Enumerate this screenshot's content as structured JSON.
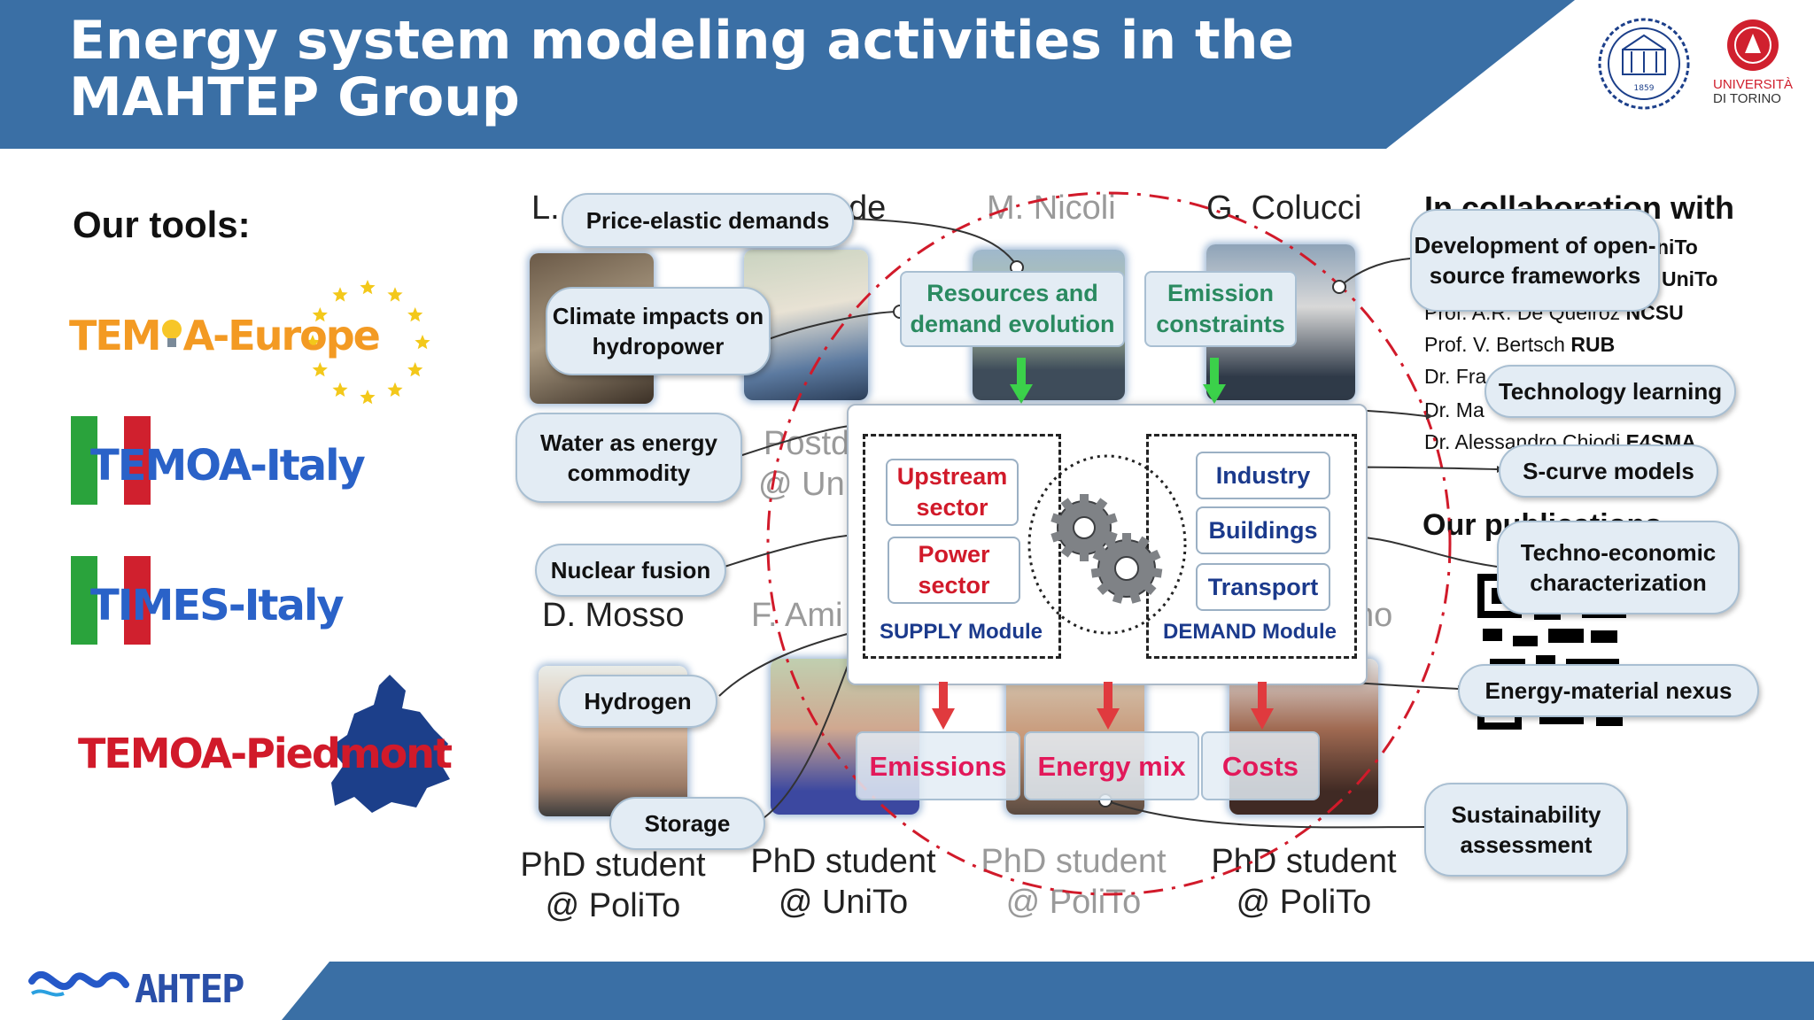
{
  "title": "Energy system modeling activities in the MAHTEP Group",
  "colors": {
    "banner": "#3a6fa5",
    "footer": "#3a6fa5",
    "accent_red": "#d11a2a",
    "module_blue": "#1b3a8c",
    "output_pink": "#e2195a",
    "arrow_green": "#3bd14a"
  },
  "tools": {
    "heading": "Our tools:",
    "items": [
      {
        "prefix": "TEM",
        "suffix": "A-Europe"
      },
      {
        "label": "TEMOA-Italy"
      },
      {
        "label": "TIMES-Italy"
      },
      {
        "label": "TEMOA-Piedmont"
      }
    ]
  },
  "people": {
    "row1": [
      "L.",
      "de",
      "M. Nicoli",
      "G. Colucci"
    ],
    "row1_partial": [
      "Postd",
      "@ Uni"
    ],
    "row2": [
      "D. Mosso",
      "F. Ami",
      "no"
    ],
    "roles": [
      {
        "line1": "PhD student",
        "line2": "@ PoliTo"
      },
      {
        "line1": "PhD student",
        "line2": "@ UniTo"
      },
      {
        "line1": "PhD student",
        "line2": "@ PoliTo"
      },
      {
        "line1": "PhD student",
        "line2": "@ PoliTo"
      }
    ]
  },
  "bubbles": {
    "price_elastic": "Price-elastic demands",
    "climate_impacts": "Climate impacts on hydropower",
    "water_energy": "Water as energy commodity",
    "nuclear_fusion": "Nuclear fusion",
    "hydrogen": "Hydrogen",
    "storage": "Storage",
    "open_source": "Development of open-source frameworks",
    "tech_learning": "Technology learning",
    "s_curve": "S-curve models",
    "techno_economic": "Techno-economic characterization",
    "energy_material": "Energy-material nexus",
    "sustainability": "Sustainability assessment"
  },
  "diagram": {
    "resources": "Resources and demand evolution",
    "emission_constraints": "Emission constraints",
    "supply": {
      "upstream": "Upstream sector",
      "power": "Power sector",
      "label": "SUPPLY Module"
    },
    "demand": {
      "industry": "Industry",
      "buildings": "Buildings",
      "transport": "Transport",
      "label": "DEMAND Module"
    },
    "outputs": [
      "Emissions",
      "Energy mix",
      "Costs"
    ]
  },
  "collaboration": {
    "heading": "In collaboration with",
    "fragments": [
      "niTo",
      "UniTo"
    ],
    "lines": [
      {
        "name": "Prof. A.R. De Queiroz",
        "org": "NCSU"
      },
      {
        "name": "Prof. V. Bertsch",
        "org": "RUB"
      },
      {
        "name": "Dr. Fra",
        "org": ""
      },
      {
        "name": "Dr. Ma",
        "org": ""
      },
      {
        "name": "Dr. Alessandro Chiodi",
        "org": "E4SMA"
      }
    ]
  },
  "publications": {
    "heading": "Our publications"
  },
  "logos": {
    "unito": [
      "UNIVERSITÀ",
      "DI TORINO"
    ],
    "polito_year": "1859",
    "mahtep_text": "AHTEP"
  }
}
